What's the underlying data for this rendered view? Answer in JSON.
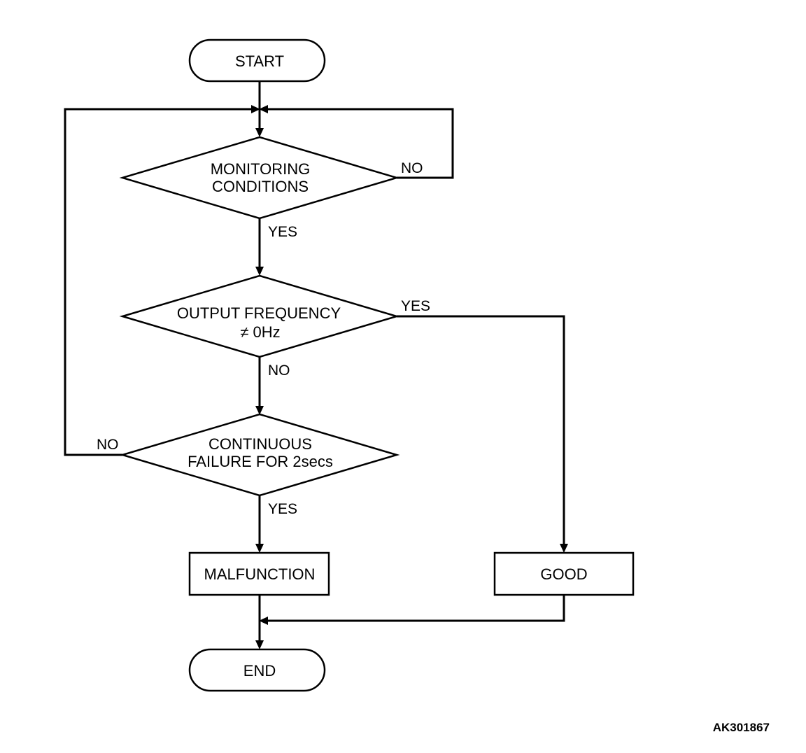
{
  "nodes": {
    "start": "START",
    "monitoring": [
      "MONITORING",
      "CONDITIONS"
    ],
    "output_frequency": [
      "OUTPUT FREQUENCY",
      "≠ 0Hz"
    ],
    "continuous_failure": [
      "CONTINUOUS",
      "FAILURE FOR 2secs"
    ],
    "malfunction": "MALFUNCTION",
    "good": "GOOD",
    "end": "END"
  },
  "edges": {
    "monitoring_no": "NO",
    "monitoring_yes": "YES",
    "output_frequency_yes": "YES",
    "output_frequency_no": "NO",
    "continuous_failure_no": "NO",
    "continuous_failure_yes": "YES"
  },
  "figure_code": "AK301867"
}
